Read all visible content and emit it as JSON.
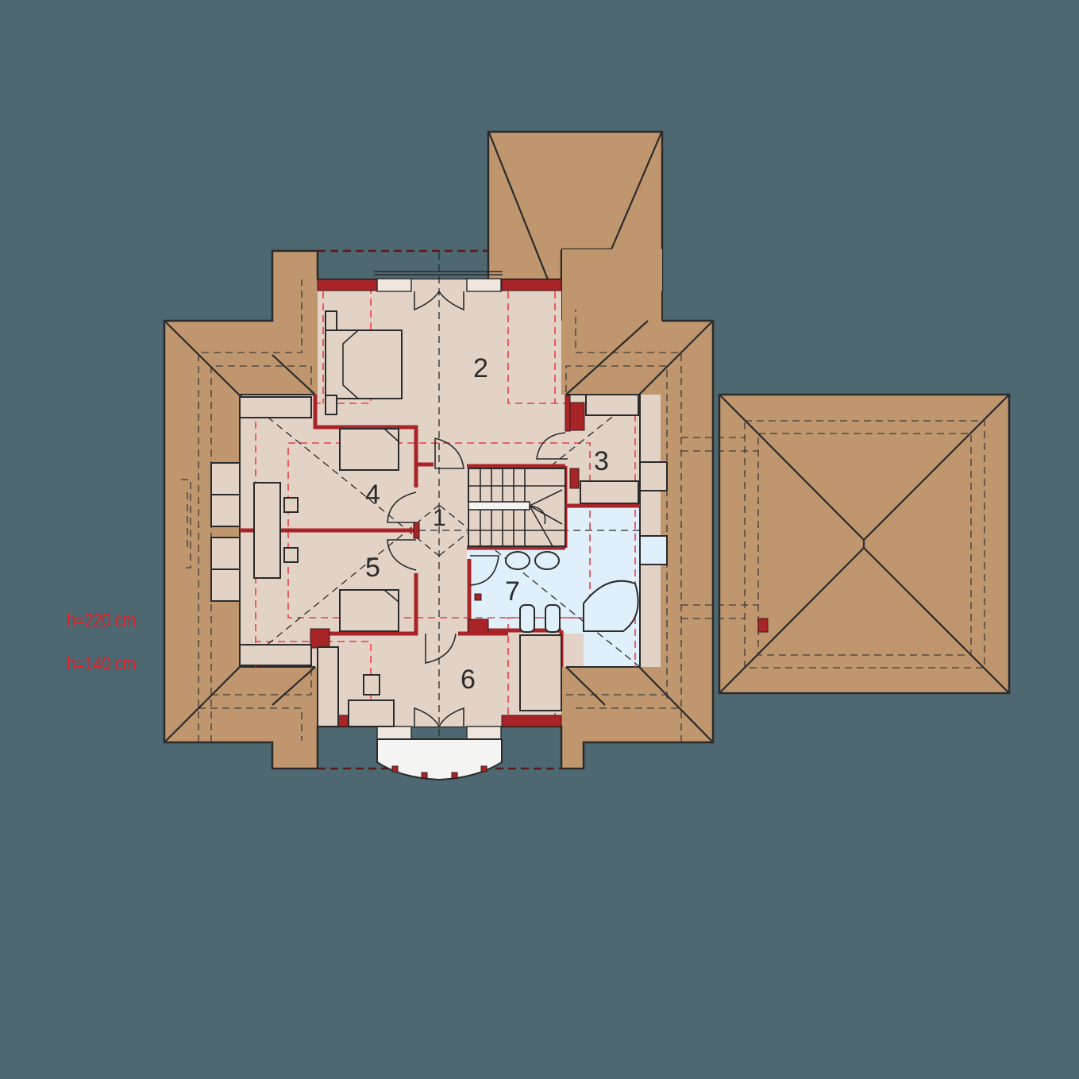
{
  "plan": {
    "title": "Attic floor plan",
    "colors": {
      "background": "#4d6871",
      "roof": "#bf966d",
      "room_floor": "#e3d3c7",
      "bathroom_floor": "#dff0fb",
      "wall": "#a82427",
      "height_line": "#e8404a",
      "legend_text": "#e21f26",
      "balcony": "#f4f4f3"
    },
    "rooms": [
      {
        "id": "1",
        "label": "1",
        "type": "hall"
      },
      {
        "id": "2",
        "label": "2",
        "type": "bedroom"
      },
      {
        "id": "3",
        "label": "3",
        "type": "wardrobe"
      },
      {
        "id": "4",
        "label": "4",
        "type": "room"
      },
      {
        "id": "5",
        "label": "5",
        "type": "room"
      },
      {
        "id": "6",
        "label": "6",
        "type": "room"
      },
      {
        "id": "7",
        "label": "7",
        "type": "bathroom"
      }
    ]
  },
  "legend": {
    "items": [
      {
        "label": "h=220 cm"
      },
      {
        "label": "h=140 cm"
      }
    ]
  }
}
